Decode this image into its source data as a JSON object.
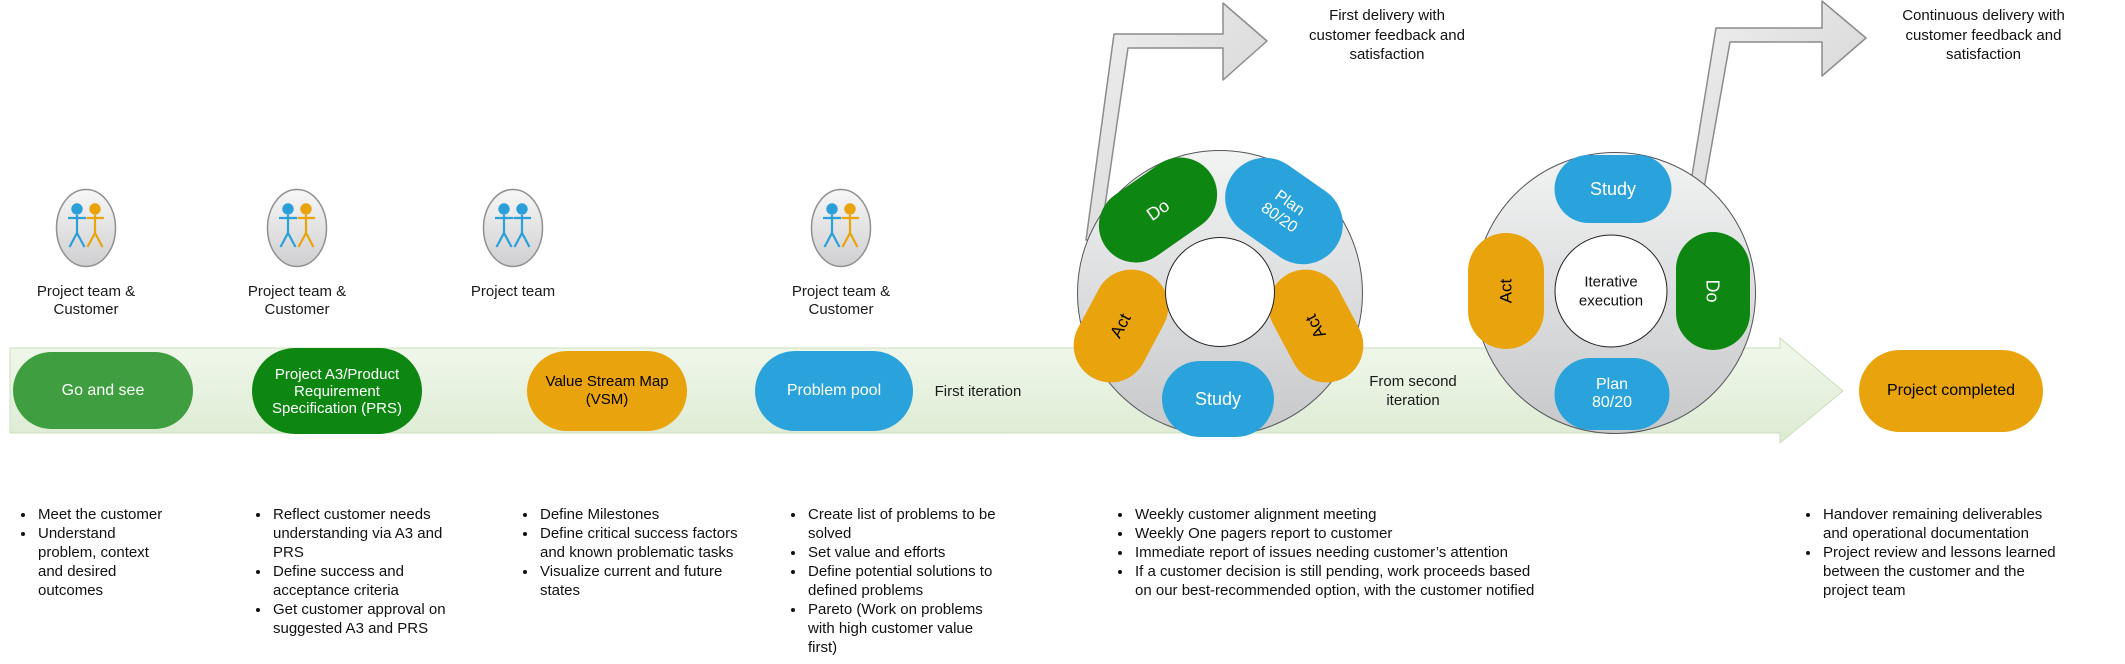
{
  "palette": {
    "green_dark": "#0e8712",
    "green_mid": "#3f9e3f",
    "orange": "#e8a30d",
    "blue": "#2aa3dc",
    "band_light": "#f0f7ea",
    "band_dark": "#ddecd4",
    "donut_light": "#f2f3f3",
    "donut_dark": "#c7c8ca",
    "arrow_light": "#ededed",
    "arrow_dark": "#d0d0d0",
    "text_dark": "#1a1a1a",
    "text_light": "#ffffff"
  },
  "actors": [
    {
      "label": "Project team & Customer",
      "icon": "team-and-customer"
    },
    {
      "label": "Project team & Customer",
      "icon": "team-and-customer"
    },
    {
      "label": "Project team",
      "icon": "team"
    },
    {
      "label": "Project team & Customer",
      "icon": "team-and-customer"
    }
  ],
  "stages": [
    {
      "label": "Go and see",
      "color": "#3f9e3f",
      "text": "#ffffff"
    },
    {
      "label": "Project A3/Product Requirement Specification (PRS)",
      "color": "#0e8712",
      "text": "#ffffff"
    },
    {
      "label": "Value Stream Map (VSM)",
      "color": "#e8a30d",
      "text": "#000000"
    },
    {
      "label": "Problem pool",
      "color": "#2aa3dc",
      "text": "#ffffff"
    },
    {
      "label": "Project completed",
      "color": "#e8a30d",
      "text": "#000000"
    }
  ],
  "flow_labels": {
    "first": "First iteration",
    "second": "From second iteration"
  },
  "cycles": {
    "cycle1": {
      "do": "Do",
      "plan": "Plan 80/20",
      "act_left": "Act",
      "act_right": "Act",
      "study": "Study"
    },
    "cycle2": {
      "study": "Study",
      "act": "Act",
      "do": "Do",
      "plan": "Plan 80/20",
      "center": "Iterative execution"
    }
  },
  "callouts": {
    "first": "First delivery with customer feedback and satisfaction",
    "second": "Continuous delivery with customer feedback and satisfaction"
  },
  "notes": {
    "go_and_see": [
      "Meet the customer",
      "Understand problem, context and desired outcomes"
    ],
    "prs": [
      "Reflect customer needs understanding via A3 and PRS",
      "Define success and acceptance criteria",
      "Get customer approval on suggested A3 and PRS"
    ],
    "vsm": [
      "Define Milestones",
      "Define critical success factors and known problematic tasks",
      "Visualize current and future states"
    ],
    "problem_pool": [
      "Create list of problems to be solved",
      "Set value and efforts",
      "Define potential solutions to defined problems",
      "Pareto (Work on problems with high customer value first)"
    ],
    "iterations": [
      "Weekly customer alignment meeting",
      "Weekly One pagers report to customer",
      "Immediate report of issues needing customer’s attention",
      "If a customer decision is still pending, work proceeds based on our best-recommended option, with the customer notified"
    ],
    "completed": [
      "Handover remaining deliverables and operational documentation",
      "Project review and lessons learned between the customer and the project team"
    ]
  }
}
